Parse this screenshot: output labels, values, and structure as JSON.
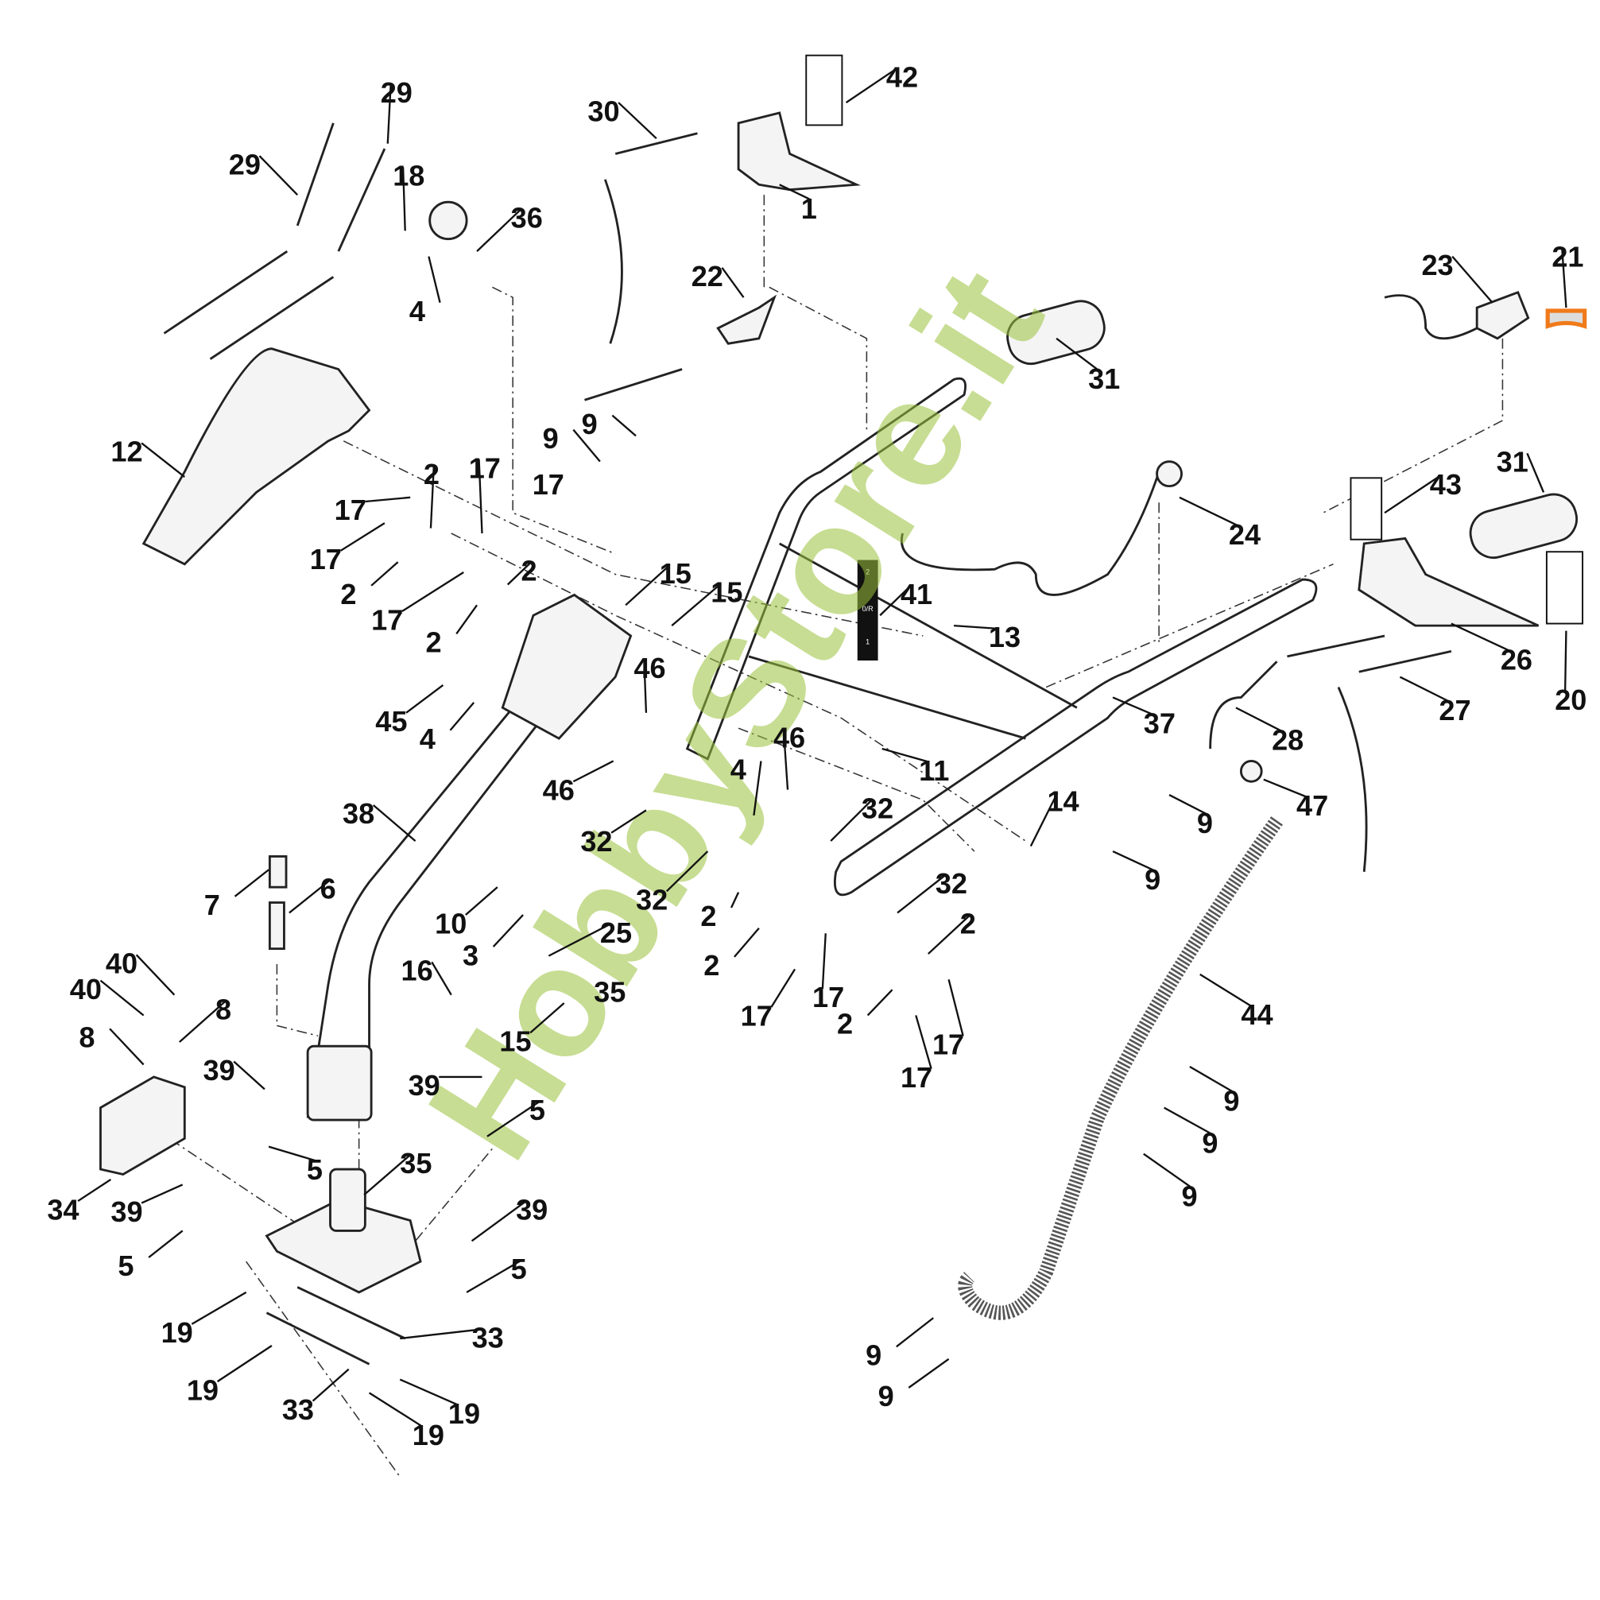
{
  "diagram": {
    "watermark": "HobbyStore.it",
    "highlight_color": "#f07a1a",
    "callouts": [
      "29",
      "29",
      "18",
      "36",
      "4",
      "30",
      "42",
      "1",
      "22",
      "9",
      "9",
      "17",
      "12",
      "2",
      "17",
      "17",
      "17",
      "2",
      "17",
      "2",
      "2",
      "15",
      "15",
      "46",
      "45",
      "4",
      "46",
      "32",
      "38",
      "7",
      "6",
      "10",
      "3",
      "25",
      "32",
      "2",
      "2",
      "17",
      "17",
      "32",
      "32",
      "2",
      "2",
      "17",
      "17",
      "16",
      "15",
      "35",
      "40",
      "40",
      "8",
      "8",
      "39",
      "39",
      "5",
      "5",
      "35",
      "34",
      "39",
      "5",
      "39",
      "5",
      "19",
      "33",
      "19",
      "33",
      "19",
      "19",
      "31",
      "24",
      "41",
      "13",
      "11",
      "46",
      "4",
      "14",
      "37",
      "23",
      "21",
      "43",
      "31",
      "26",
      "20",
      "28",
      "27",
      "47",
      "9",
      "9",
      "44",
      "9",
      "9",
      "9",
      "9",
      "9"
    ],
    "decal_41_text": [
      "2",
      "0/R",
      "1"
    ]
  }
}
